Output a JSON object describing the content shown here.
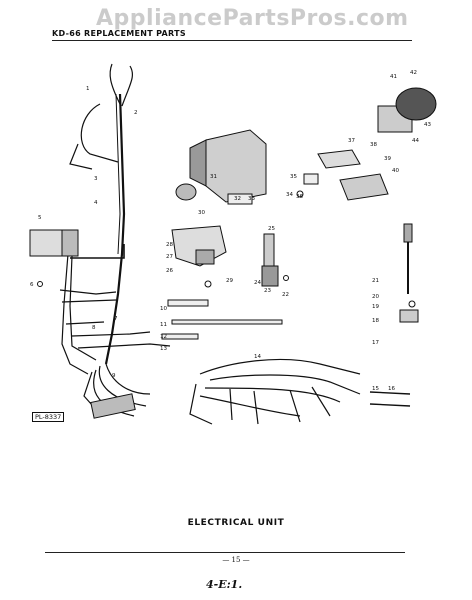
{
  "watermark": "AppliancePartsPros.com",
  "header": {
    "title": "KD-66 REPLACEMENT PARTS"
  },
  "diagram": {
    "reference_code": "PL-8337",
    "callouts": [
      "1",
      "2",
      "3",
      "4",
      "5",
      "6",
      "7",
      "8",
      "9",
      "10",
      "11",
      "12",
      "13",
      "14",
      "15",
      "16",
      "17",
      "18",
      "19",
      "20",
      "21",
      "22",
      "23",
      "24",
      "25",
      "26",
      "27",
      "28",
      "29",
      "30",
      "31",
      "32",
      "33",
      "34",
      "35",
      "36",
      "37",
      "38",
      "39",
      "40",
      "41",
      "42",
      "43",
      "44"
    ],
    "caption": "ELECTRICAL UNIT"
  },
  "footer": {
    "page_number": "— 15 —",
    "page_code": "4-E:1."
  }
}
